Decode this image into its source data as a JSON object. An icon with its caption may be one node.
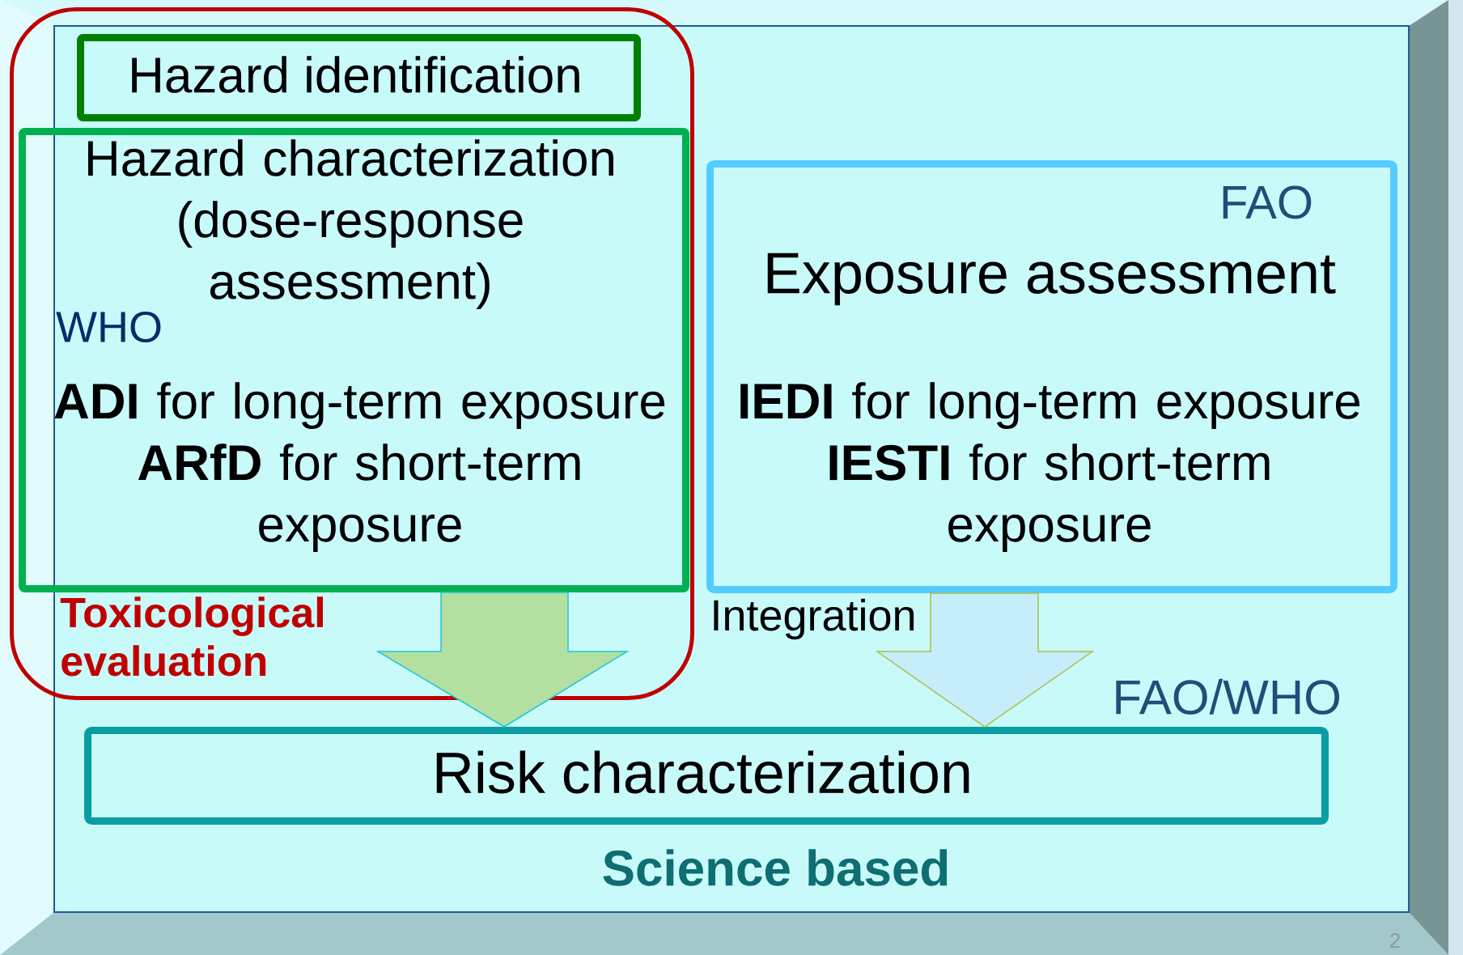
{
  "diagram": {
    "nodes": [
      {
        "text": [
          "Toxicological evaluation"
        ]
      },
      {
        "text": [
          "Hazard identification"
        ],
        "in": 0
      },
      {
        "text": [
          "Hazard characterization (dose-response assessment)",
          "**ADI** for long-term exposure",
          "**ARfD** for short-term exposure"
        ],
        "in": 0
      },
      {
        "text": [
          "FAO",
          "Exposure assessment",
          "**IEDI** for long-term exposure",
          "**IESTI** for short-term exposure"
        ]
      },
      {
        "text": [
          "Risk characterization"
        ],
        "beside": [
          "FAO/WHO",
          "Science based"
        ]
      }
    ],
    "edges": [
      {
        "from": 2,
        "to": 4,
        "arrow": "to",
        "color": "#b3dfa0"
      },
      {
        "from": 3,
        "to": 4,
        "arrow": "to",
        "color": "#c5eefa"
      }
    ],
    "labels": [
      "WHO",
      "Integration",
      "2"
    ]
  }
}
